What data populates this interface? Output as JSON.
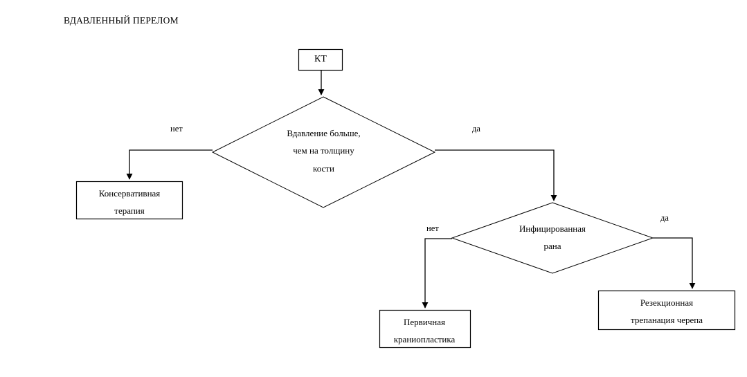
{
  "diagram": {
    "title": "ВДАВЛЕННЫЙ ПЕРЕЛОМ",
    "type": "flowchart",
    "stroke_color": "#000000",
    "background_color": "#ffffff",
    "nodes": [
      {
        "id": "kt",
        "shape": "rectangle",
        "label": "КТ"
      },
      {
        "id": "decision1",
        "shape": "diamond",
        "label": "Вдавление больше,\nчем на толщину\nкости"
      },
      {
        "id": "conservative",
        "shape": "rectangle",
        "label": "Консервативная\nтерапия"
      },
      {
        "id": "decision2",
        "shape": "diamond",
        "label": "Инфицированная\nрана"
      },
      {
        "id": "primary",
        "shape": "rectangle",
        "label": "Первичная\nкраниопластика"
      },
      {
        "id": "resection",
        "shape": "rectangle",
        "label": "Резекционная\nтрепанация черепа"
      }
    ],
    "edges": [
      {
        "from": "kt",
        "to": "decision1",
        "label": ""
      },
      {
        "from": "decision1",
        "to": "conservative",
        "label": "нет"
      },
      {
        "from": "decision1",
        "to": "decision2",
        "label": "да"
      },
      {
        "from": "decision2",
        "to": "primary",
        "label": "нет"
      },
      {
        "from": "decision2",
        "to": "resection",
        "label": "да"
      }
    ]
  }
}
